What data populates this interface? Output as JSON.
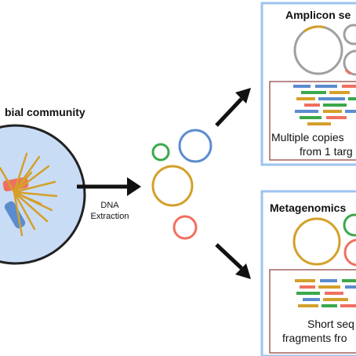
{
  "community": {
    "label": "bial community"
  },
  "extraction": {
    "line1": "DNA",
    "line2": "Extraction"
  },
  "amplicon": {
    "title": "Amplicon se",
    "caption1": "Multiple copies",
    "caption2": "from 1 targ",
    "reads": [
      {
        "color": "#5b8ccf"
      },
      {
        "color": "#5b8ccf"
      },
      {
        "color": "#f07060"
      },
      {
        "color": "#d4a02a"
      },
      {
        "color": "#3aa84a"
      },
      {
        "color": "#d4a02a"
      },
      {
        "color": "#5b8ccf"
      },
      {
        "color": "#3aa84a"
      }
    ]
  },
  "metagenomics": {
    "title": "Metagenomics",
    "caption1": "Short seq",
    "caption2": "fragments fro"
  },
  "colors": {
    "blue": "#5b8ccf",
    "green": "#3aa84a",
    "gold": "#d4a02a",
    "red": "#f07060",
    "gray": "#a0a0a0",
    "panel_border": "#9dc3f0",
    "inner_border": "#8b3a3a",
    "cell_fill": "#c9dcf6"
  }
}
